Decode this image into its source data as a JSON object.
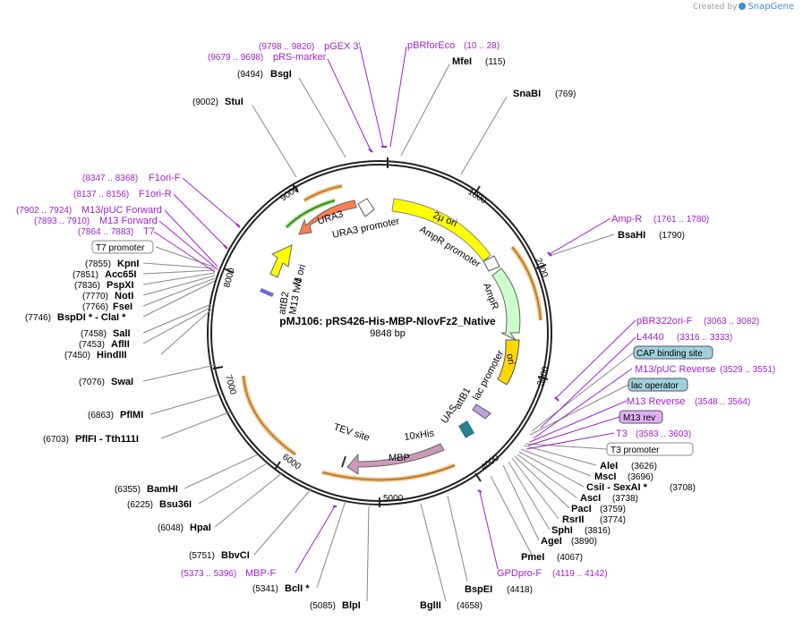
{
  "brand": {
    "created_by": "Created by",
    "name": "SnapGene"
  },
  "plasmid": {
    "name": "pMJ106: pRS426-His-MBP-NlovFz2_Native",
    "length": "9848 bp"
  },
  "ticks": [
    "1000",
    "2000",
    "3000",
    "4000",
    "5000",
    "6000",
    "7000",
    "8000",
    "9000"
  ],
  "features": {
    "twomu": "2μ ori",
    "ampr_promoter": "AmpR promoter",
    "ampr": "AmpR",
    "ori": "ori",
    "lac_promoter": "lac promoter",
    "attb1": "attB1",
    "uas": "UAS",
    "his": "10xHis",
    "tev": "TEV site",
    "mbp": "MBP",
    "attb2": "attB2",
    "m13fwd": "M13 fwd",
    "f1ori": "f1 ori",
    "ura3_promoter": "URA3 promoter",
    "ura3": "URA3"
  },
  "sites": [
    {
      "name": "BsgI",
      "pos": "(9494)"
    },
    {
      "name": "MfeI",
      "pos": "(115)"
    },
    {
      "name": "SnaBI",
      "pos": "(769)"
    },
    {
      "name": "StuI",
      "pos": "(9002)"
    },
    {
      "name": "BsaHI",
      "pos": "(1790)"
    },
    {
      "name": "KpnI",
      "pos": "(7855)"
    },
    {
      "name": "Acc65I",
      "pos": "(7851)"
    },
    {
      "name": "PspXI",
      "pos": "(7836)"
    },
    {
      "name": "NotI",
      "pos": "(7770)"
    },
    {
      "name": "FseI",
      "pos": "(7766)"
    },
    {
      "name": "BspDI * - ClaI *",
      "pos": "(7746)"
    },
    {
      "name": "SalI",
      "pos": "(7458)"
    },
    {
      "name": "AflII",
      "pos": "(7453)"
    },
    {
      "name": "HindIII",
      "pos": "(7450)"
    },
    {
      "name": "SwaI",
      "pos": "(7076)"
    },
    {
      "name": "PflMI",
      "pos": "(6863)"
    },
    {
      "name": "PflFI - Tth111I",
      "pos": "(6703)"
    },
    {
      "name": "BamHI",
      "pos": "(6355)"
    },
    {
      "name": "Bsu36I",
      "pos": "(6225)"
    },
    {
      "name": "HpaI",
      "pos": "(6048)"
    },
    {
      "name": "BbvCI",
      "pos": "(5751)"
    },
    {
      "name": "BclI *",
      "pos": "(5341)"
    },
    {
      "name": "BlpI",
      "pos": "(5085)"
    },
    {
      "name": "BglII",
      "pos": "(4658)"
    },
    {
      "name": "BspEI",
      "pos": "(4418)"
    },
    {
      "name": "PmeI",
      "pos": "(4067)"
    },
    {
      "name": "AgeI",
      "pos": "(3890)"
    },
    {
      "name": "SphI",
      "pos": "(3816)"
    },
    {
      "name": "RsrII",
      "pos": "(3774)"
    },
    {
      "name": "PacI",
      "pos": "(3759)"
    },
    {
      "name": "AscI",
      "pos": "(3738)"
    },
    {
      "name": "CsiI - SexAI *",
      "pos": "(3708)"
    },
    {
      "name": "MscI",
      "pos": "(3696)"
    },
    {
      "name": "AleI",
      "pos": "(3626)"
    }
  ],
  "primers": [
    {
      "name": "pGEX 3'",
      "pos": "(9798 .. 9820)"
    },
    {
      "name": "pRS-marker",
      "pos": "(9679 .. 9698)"
    },
    {
      "name": "pBRforEco",
      "pos": "(10 .. 28)"
    },
    {
      "name": "F1ori-F",
      "pos": "(8347 .. 8368)"
    },
    {
      "name": "F1ori-R",
      "pos": "(8137 .. 8156)"
    },
    {
      "name": "M13/pUC Forward",
      "pos": "(7902 .. 7924)"
    },
    {
      "name": "M13 Forward",
      "pos": "(7893 .. 7910)"
    },
    {
      "name": "T7",
      "pos": "(7864 .. 7883)"
    },
    {
      "name": "Amp-R",
      "pos": "(1761 .. 1780)"
    },
    {
      "name": "pBR322ori-F",
      "pos": "(3063 .. 3082)"
    },
    {
      "name": "L4440",
      "pos": "(3316 .. 3333)"
    },
    {
      "name": "M13/pUC Reverse",
      "pos": "(3529 .. 3551)"
    },
    {
      "name": "M13 Reverse",
      "pos": "(3548 .. 3564)"
    },
    {
      "name": "T3",
      "pos": "(3583 .. 3603)"
    },
    {
      "name": "MBP-F",
      "pos": "(5373 .. 5396)"
    },
    {
      "name": "GPDpro-F",
      "pos": "(4119 .. 4142)"
    }
  ],
  "boxes": {
    "t7_promoter": "T7 promoter",
    "cap_site": "CAP binding site",
    "lac_operator": "lac operator",
    "m13_rev": "M13 rev",
    "t3_promoter": "T3 promoter"
  },
  "colors": {
    "backbone": "#222222",
    "enzyme_line": "#888888",
    "primer": "#a020d0",
    "ori_2mu": "#ffff00",
    "ampr": "#ccffcc",
    "ura3": "#ff7f50",
    "mbp": "#cc99bb",
    "orf_outline": "#f0c080",
    "cap_box": "#9fd0dc",
    "m13rev_box": "#e0b0f0"
  }
}
